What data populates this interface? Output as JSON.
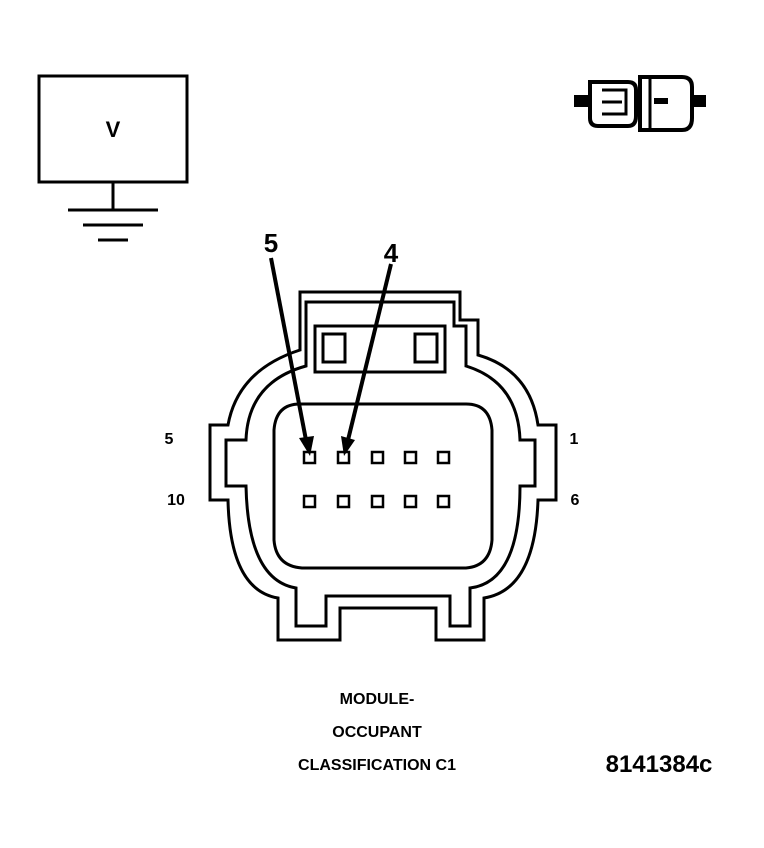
{
  "voltmeter": {
    "symbol": "V"
  },
  "connector": {
    "pin_row_top_left": "5",
    "pin_row_top_right": "1",
    "pin_row_bottom_left": "10",
    "pin_row_bottom_right": "6",
    "callout_left": "5",
    "callout_right": "4"
  },
  "caption": {
    "line1": "MODULE-",
    "line2": "OCCUPANT",
    "line3": "CLASSIFICATION C1"
  },
  "figure_id": "8141384c",
  "colors": {
    "ink": "#000000",
    "paper": "#ffffff"
  }
}
